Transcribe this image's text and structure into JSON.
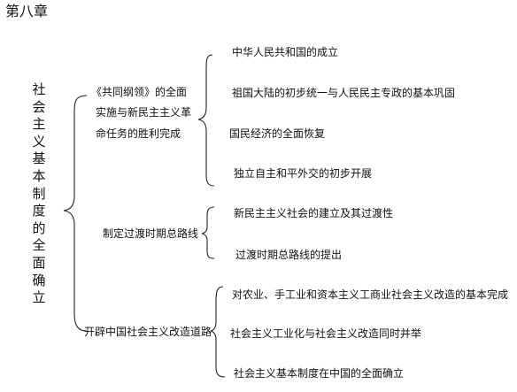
{
  "chapter_title": "第八章",
  "root": {
    "text": "社会主义基本制度的全面确立",
    "chars": [
      "社",
      "会",
      "主",
      "义",
      "基",
      "本",
      "制",
      "度",
      "的",
      "全",
      "面",
      "确",
      "立"
    ]
  },
  "branches": [
    {
      "lines": [
        "《共同纲领》的全面",
        "实施与新民主主义革",
        "命任务的胜利完成"
      ],
      "items": [
        "中华人民共和国的成立",
        "祖国大陆的初步统一与人民民主专政的基本巩固",
        "国民经济的全面恢复",
        "独立自主和平外交的初步开展"
      ]
    },
    {
      "lines": [
        "制定过渡时期总路线"
      ],
      "items": [
        "新民主主义社会的建立及其过渡性",
        "过渡时期总路线的提出"
      ]
    },
    {
      "lines": [
        "开辟中国社会主义改造道路"
      ],
      "items": [
        "对农业、手工业和资本主义工商业社会主义改造的基本完成",
        "社会主义工业化与社会主义改造同时并举",
        "社会主义基本制度在中国的全面确立"
      ]
    }
  ]
}
